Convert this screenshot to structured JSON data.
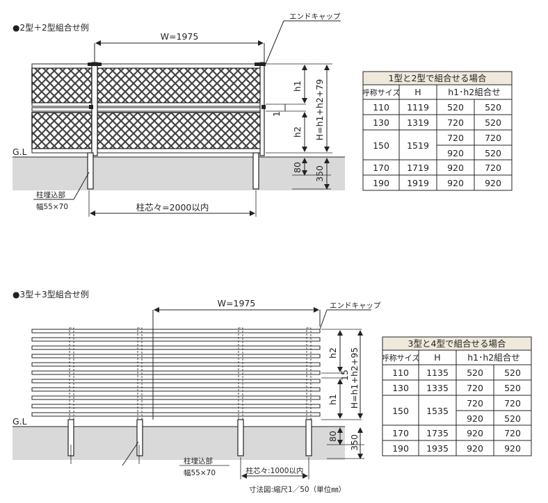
{
  "diagram1": {
    "heading": "●2型＋2型組合せ例",
    "end_cap_label": "エンドキャップ",
    "width_label": "W=1975",
    "h1_label": "h1",
    "h2_label": "h2",
    "gap_label": "1",
    "height_formula": "H=h1+h2+79",
    "gl_label": "G.L",
    "depth_80": "80",
    "depth_350": "350",
    "post_embed_line1": "柱埋込部",
    "post_embed_line2": "幅55×70",
    "post_pitch": "柱芯々=2000以内"
  },
  "table1": {
    "title": "1型と2型で組合せる場合",
    "headers": [
      "呼称サイズ",
      "H",
      "h1･h2組合せ"
    ],
    "rows": [
      [
        "110",
        "1119",
        "520",
        "520"
      ],
      [
        "130",
        "1319",
        "720",
        "520"
      ],
      [
        "150",
        "1519",
        "720",
        "720"
      ],
      [
        "",
        "",
        "920",
        "520"
      ],
      [
        "170",
        "1719",
        "920",
        "720"
      ],
      [
        "190",
        "1919",
        "920",
        "920"
      ]
    ]
  },
  "diagram2": {
    "heading": "●3型＋3型組合せ例",
    "end_cap_label": "エンドキャップ",
    "width_label": "W=1975",
    "h1_label": "h1",
    "h2_label": "h2",
    "gap_label": "15",
    "height_formula": "H=h1+h2+95",
    "gl_label": "G.L",
    "depth_80": "80",
    "depth_350": "350",
    "post_embed_line1": "柱埋込部",
    "post_embed_line2": "幅55×70",
    "post_pitch": "柱芯々:1000以内"
  },
  "table2": {
    "title": "3型と4型で組合せる場合",
    "headers": [
      "呼称サイズ",
      "H",
      "h1･h2組合せ"
    ],
    "rows": [
      [
        "110",
        "1135",
        "520",
        "520"
      ],
      [
        "130",
        "1335",
        "720",
        "520"
      ],
      [
        "150",
        "1535",
        "720",
        "720"
      ],
      [
        "",
        "",
        "920",
        "520"
      ],
      [
        "170",
        "1735",
        "920",
        "720"
      ],
      [
        "190",
        "1935",
        "920",
        "920"
      ]
    ]
  },
  "footer_note": "寸法図:縮尺1／50（単位㎜）"
}
